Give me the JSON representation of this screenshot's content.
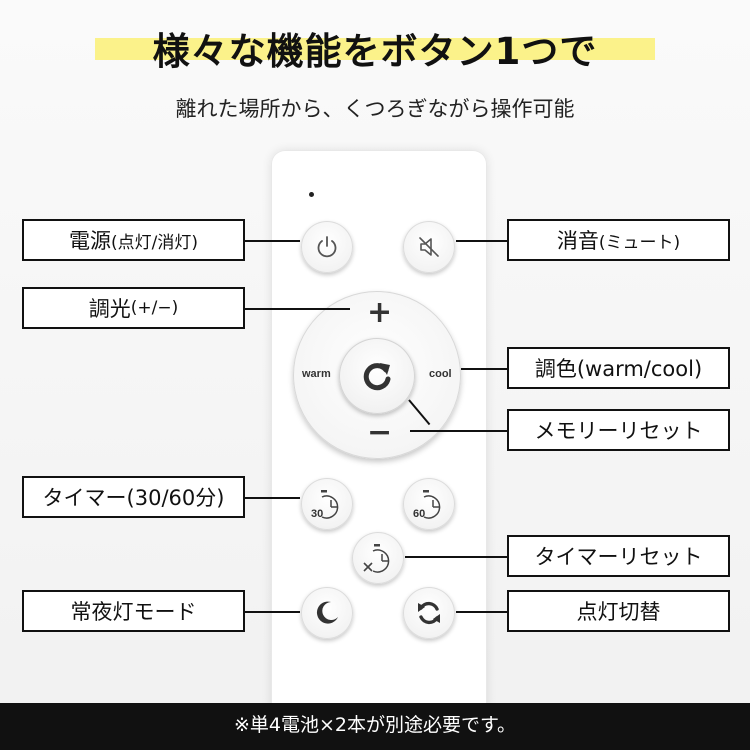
{
  "header": {
    "title": "様々な機能をボタン1つで",
    "subtitle": "離れた場所から、くつろぎながら操作可能"
  },
  "colors": {
    "highlight": "#fbf28a",
    "footer_bg": "#111111",
    "icon": "#333333"
  },
  "remote": {
    "dial": {
      "plus": "+",
      "minus": "−",
      "warm": "warm",
      "cool": "cool",
      "center_icon": "refresh-icon"
    },
    "timer30_digits": "30",
    "timer60_digits": "60"
  },
  "callouts": {
    "power": {
      "main": "電源",
      "sub": "(点灯/消灯)"
    },
    "mute": {
      "main": "消音",
      "sub": "(ミュート)"
    },
    "dimming": {
      "main": "調光",
      "sub": "(+/−)"
    },
    "color": {
      "text": "調色(warm/cool)"
    },
    "memory_reset": {
      "text": "メモリーリセット"
    },
    "timer": {
      "text": "タイマー(30/60分)"
    },
    "timer_reset": {
      "text": "タイマーリセット"
    },
    "night_mode": {
      "text": "常夜灯モード"
    },
    "light_switch": {
      "text": "点灯切替"
    }
  },
  "footer": {
    "note": "※単4電池×2本が別途必要です。"
  }
}
